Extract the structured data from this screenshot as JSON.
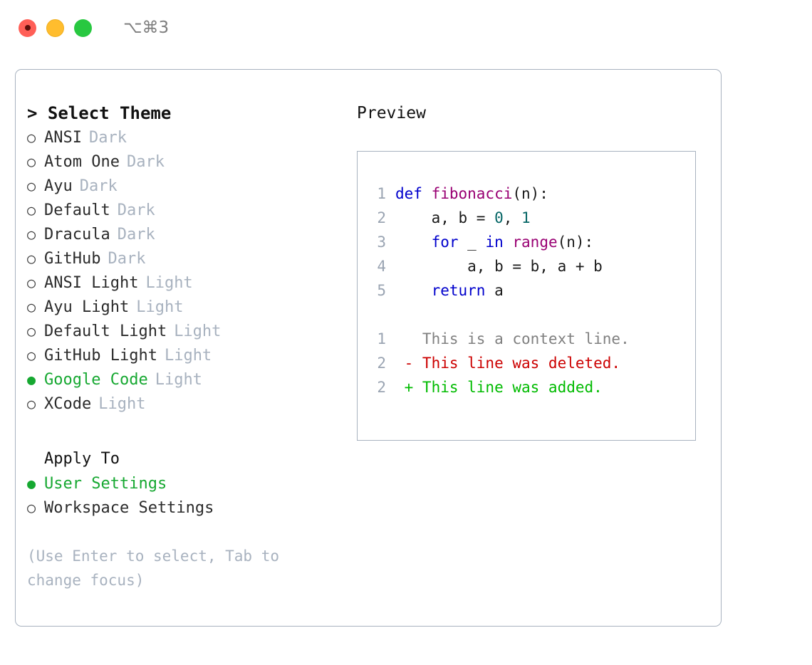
{
  "titlebar": {
    "lights": [
      {
        "name": "close",
        "color": "#ff5f57"
      },
      {
        "name": "minimize",
        "color": "#ffbd2e"
      },
      {
        "name": "maximize",
        "color": "#28c840"
      }
    ],
    "shortcut": "⌥⌘3"
  },
  "theme_list": {
    "header": "> Select Theme",
    "items": [
      {
        "bullet": "○",
        "label": "ANSI",
        "variant": "Dark",
        "selected": false
      },
      {
        "bullet": "○",
        "label": "Atom One",
        "variant": "Dark",
        "selected": false
      },
      {
        "bullet": "○",
        "label": "Ayu",
        "variant": "Dark",
        "selected": false
      },
      {
        "bullet": "○",
        "label": "Default",
        "variant": "Dark",
        "selected": false
      },
      {
        "bullet": "○",
        "label": "Dracula",
        "variant": "Dark",
        "selected": false
      },
      {
        "bullet": "○",
        "label": "GitHub",
        "variant": "Dark",
        "selected": false
      },
      {
        "bullet": "○",
        "label": "ANSI Light",
        "variant": "Light",
        "selected": false
      },
      {
        "bullet": "○",
        "label": "Ayu Light",
        "variant": "Light",
        "selected": false
      },
      {
        "bullet": "○",
        "label": "Default Light",
        "variant": "Light",
        "selected": false
      },
      {
        "bullet": "○",
        "label": "GitHub Light",
        "variant": "Light",
        "selected": false
      },
      {
        "bullet": "●",
        "label": "Google Code",
        "variant": "Light",
        "selected": true
      },
      {
        "bullet": "○",
        "label": "XCode",
        "variant": "Light",
        "selected": false
      }
    ]
  },
  "apply_to": {
    "header": "Apply To",
    "items": [
      {
        "bullet": "●",
        "label": "User Settings",
        "selected": true
      },
      {
        "bullet": "○",
        "label": "Workspace Settings",
        "selected": false
      }
    ]
  },
  "hint": "(Use Enter to select, Tab to change focus)",
  "preview": {
    "title": "Preview",
    "code_lines": [
      {
        "lineno": "1",
        "tokens": [
          {
            "t": "def ",
            "c": "kw"
          },
          {
            "t": "fibonacci",
            "c": "fn"
          },
          {
            "t": "(n):",
            "c": "pl"
          }
        ]
      },
      {
        "lineno": "2",
        "tokens": [
          {
            "t": "    a, b = ",
            "c": "pl"
          },
          {
            "t": "0",
            "c": "num"
          },
          {
            "t": ", ",
            "c": "pl"
          },
          {
            "t": "1",
            "c": "num"
          }
        ]
      },
      {
        "lineno": "3",
        "tokens": [
          {
            "t": "    for ",
            "c": "kw"
          },
          {
            "t": "_ ",
            "c": "pl"
          },
          {
            "t": "in ",
            "c": "kw"
          },
          {
            "t": "range",
            "c": "fn"
          },
          {
            "t": "(n):",
            "c": "pl"
          }
        ]
      },
      {
        "lineno": "4",
        "tokens": [
          {
            "t": "        a, b = b, a + b",
            "c": "pl"
          }
        ]
      },
      {
        "lineno": "5",
        "tokens": [
          {
            "t": "    return",
            "c": "kw"
          },
          {
            "t": " a",
            "c": "pl"
          }
        ]
      }
    ],
    "diff_lines": [
      {
        "lineno": "1",
        "marker": "  ",
        "text": "This is a context line.",
        "kind": "ctx"
      },
      {
        "lineno": "2",
        "marker": "- ",
        "text": "This line was deleted.",
        "kind": "del"
      },
      {
        "lineno": "2",
        "marker": "+ ",
        "text": "This line was added.",
        "kind": "add"
      }
    ]
  },
  "colors": {
    "accent_green": "#16a831",
    "muted": "#a8b2bf",
    "border": "#a8b2bf",
    "keyword": "#0000cc",
    "function": "#990073",
    "number": "#066666",
    "diff_delete": "#cc0000",
    "diff_add": "#00bb00",
    "diff_context": "#808080"
  }
}
